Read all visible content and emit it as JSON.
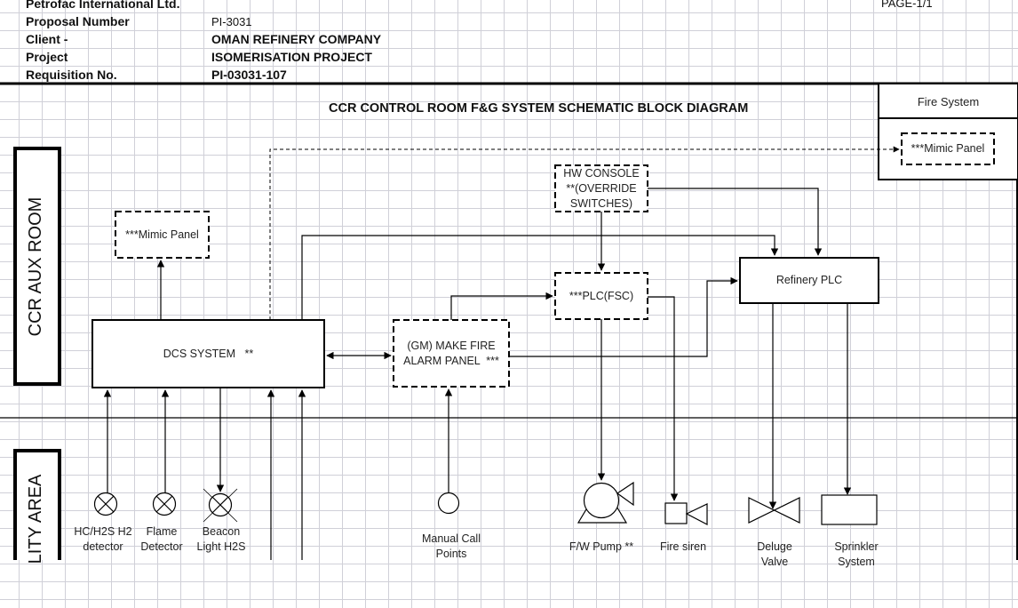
{
  "header": {
    "company": "Petrofac International Ltd.",
    "page": "PAGE-1/1",
    "rows": [
      {
        "label": "Proposal Number",
        "value": "PI-3031"
      },
      {
        "label": "Client -",
        "value": "OMAN REFINERY COMPANY"
      },
      {
        "label": "Project",
        "value": "ISOMERISATION PROJECT"
      },
      {
        "label": "Requisition No.",
        "value": "PI-03031-107"
      }
    ]
  },
  "diagram": {
    "title": "CCR CONTROL ROOM F&G SYSTEM SCHEMATIC BLOCK DIAGRAM",
    "zones": {
      "ccr_aux_room": "CCR AUX ROOM",
      "facility_area": "LITY AREA"
    },
    "fire_system": {
      "title": "Fire System",
      "mimic_panel": "***Mimic Panel"
    },
    "blocks": {
      "mimic_panel": "***Mimic Panel",
      "dcs_system": "DCS SYSTEM   **",
      "hw_console_line1": "HW CONSOLE",
      "hw_console_line2": "**(OVERRIDE",
      "hw_console_line3": "SWITCHES)",
      "plc_fsc": "***PLC(FSC)",
      "fire_alarm_line1": "(GM) MAKE FIRE",
      "fire_alarm_line2": "ALARM PANEL  ***",
      "refinery_plc": "Refinery PLC"
    },
    "field_devices": {
      "hc_detector_line1": "HC/H2S H2",
      "hc_detector_line2": "detector",
      "flame_detector_line1": "Flame",
      "flame_detector_line2": "Detector",
      "beacon_line1": "Beacon",
      "beacon_line2": "Light H2S",
      "manual_call_line1": "Manual Call",
      "manual_call_line2": "Points",
      "fw_pump": "F/W Pump **",
      "fire_siren": "Fire siren",
      "deluge_line1": "Deluge",
      "deluge_line2": "Valve",
      "sprinkler_line1": "Sprinkler",
      "sprinkler_line2": "System"
    }
  }
}
